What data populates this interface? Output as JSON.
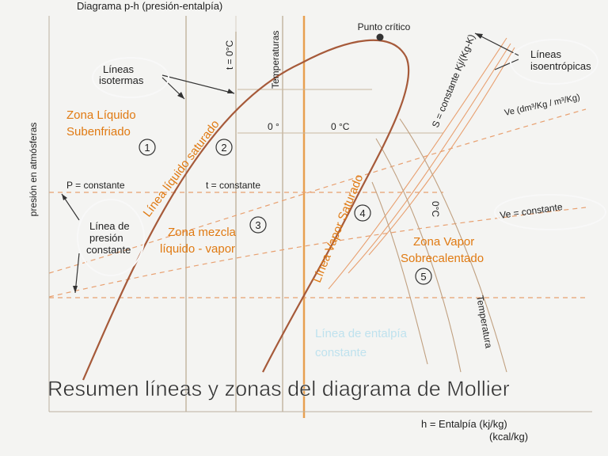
{
  "header": {
    "title": "Diagrama p-h (presión-entalpía)"
  },
  "axes": {
    "y_label": "presión en atmósferas",
    "x_label_line1": "h = Entalpía (kj/kg)",
    "x_label_line2": "(kcal/kg)"
  },
  "critical_point_label": "Punto crítico",
  "callouts": {
    "isotermas": [
      "Líneas",
      "isotermas"
    ],
    "isentropicas": [
      "Líneas",
      "isoentrópicas"
    ],
    "presion": [
      "Línea de",
      "presión",
      "constante"
    ]
  },
  "line_labels": {
    "t_zero": "t = 0°C",
    "temperaturas": "Temperaturas",
    "s_const": "S = constante Kj/(Kg-K)",
    "ve_units": "Ve (dm³/Kg / m³/Kg)",
    "zero_deg": "0 °",
    "zero_c": "0 °C",
    "p_const": "P = constante",
    "t_const": "t = constante",
    "zero_c_rot": "0°C",
    "ve_const": "Ve = constante",
    "temperatura": "Temperatura"
  },
  "zones": {
    "liquido": [
      "Zona Líquido",
      "Subenfriado"
    ],
    "mezcla": [
      "Zona mezcla",
      "líquido - vapor"
    ],
    "vapor": [
      "Zona Vapor",
      "Sobrecalentado"
    ],
    "liquido_saturado": "Línea líquido saturado",
    "vapor_saturado": "Línea Vapor Saturado",
    "entalpia": [
      "Línea de entalpía",
      "constante"
    ]
  },
  "markers": [
    "1",
    "2",
    "3",
    "4",
    "5"
  ],
  "slide_title": "Resumen líneas y zonas del diagrama de Mollier",
  "colors": {
    "orange": "#e07a12",
    "brown": "#a0522d",
    "grid": "#c9b8a0",
    "dash": "#e8a070",
    "cyan": "#bfe2ee",
    "ink": "#222222"
  }
}
